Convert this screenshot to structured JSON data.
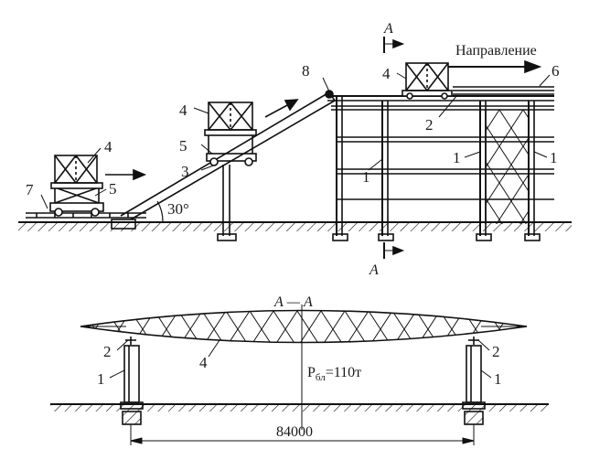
{
  "top_view": {
    "direction_label": "Направление",
    "angle_label": "30°",
    "section_marker": "А",
    "part_numbers": {
      "p1": "1",
      "p2": "2",
      "p3": "3",
      "p4": "4",
      "p5": "5",
      "p6": "6",
      "p7": "7",
      "p8": "8"
    }
  },
  "section_view": {
    "title": "А — А",
    "load_label": "Р",
    "load_sub": "бл",
    "load_value": "=110т",
    "span_label": "84000",
    "part_numbers": {
      "p1": "1",
      "p2": "2",
      "p4": "4"
    }
  }
}
